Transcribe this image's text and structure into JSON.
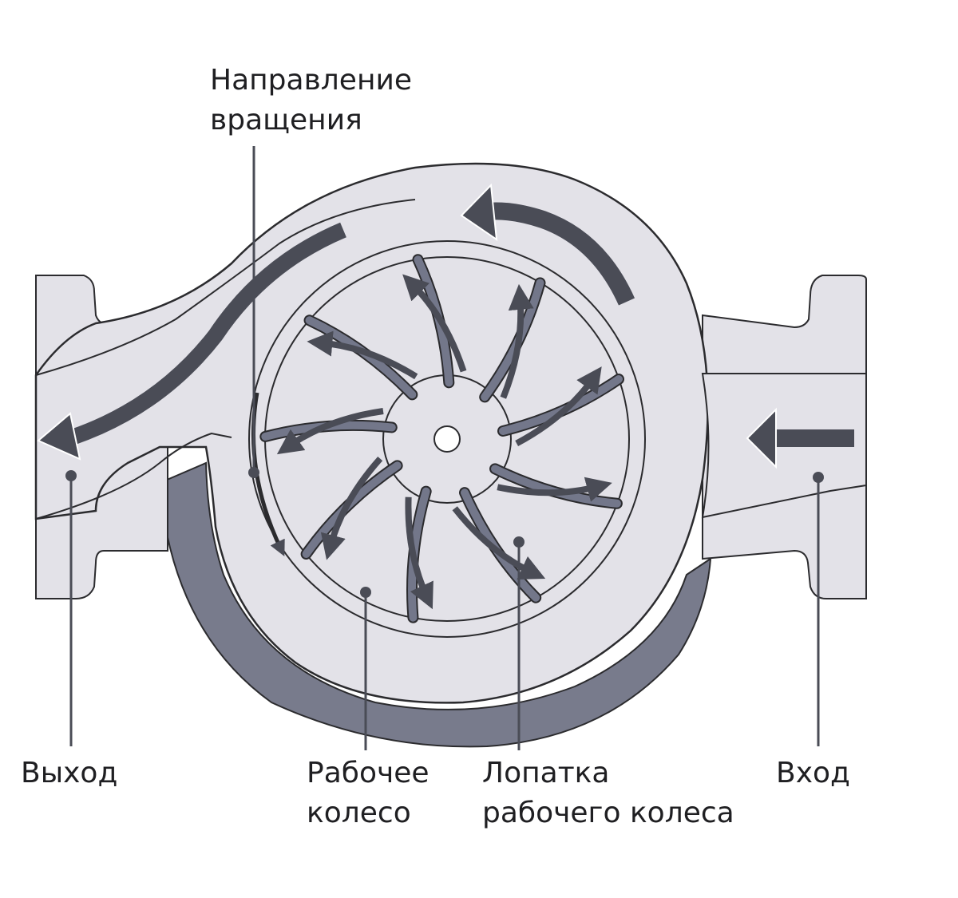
{
  "labels": {
    "rotation_direction": {
      "line1": "Направление",
      "line2": "вращения"
    },
    "outlet": "Выход",
    "impeller": {
      "line1": "Рабочее",
      "line2": "колесо"
    },
    "impeller_blade": {
      "line1": "Лопатка",
      "line2": "рабочего колеса"
    },
    "inlet": "Вход"
  },
  "colors": {
    "housing_fill": "#e3e2e8",
    "housing_outline": "#2b2b2e",
    "shadow_fill": "#787b8c",
    "arrow_fill": "#4a4c56",
    "blade_fill": "#73778a",
    "leader_line": "#4a4c56"
  }
}
